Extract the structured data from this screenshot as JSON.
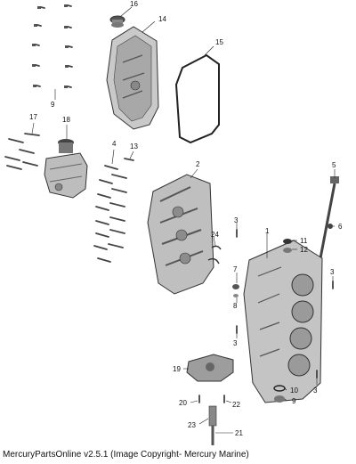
{
  "footer_text": "MercuryPartsOnline v2.5.1 (Image Copyright- Mercury Marine)",
  "callouts": [
    "16",
    "14",
    "15",
    "9",
    "17",
    "18",
    "4",
    "13",
    "2",
    "5",
    "3",
    "24",
    "1",
    "11",
    "12",
    "6",
    "7",
    "8",
    "3",
    "3",
    "19",
    "10",
    "9",
    "20",
    "22",
    "23",
    "21",
    "3"
  ],
  "colors": {
    "line": "#333333",
    "shade": "#9a9a9a",
    "light": "#d8d8d8",
    "dark": "#555555"
  }
}
